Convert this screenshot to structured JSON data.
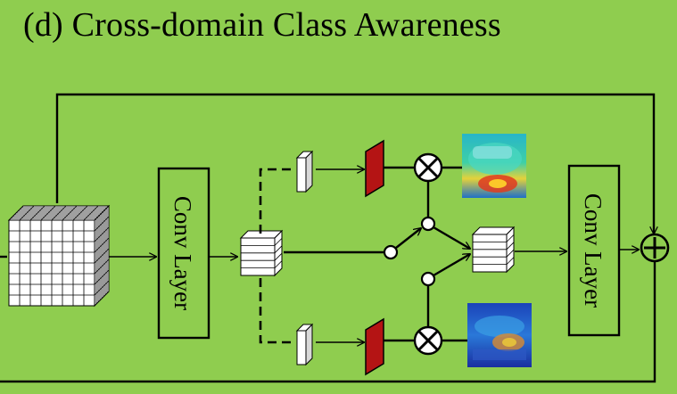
{
  "title": "(d)  Cross-domain Class Awareness",
  "blocks": {
    "conv_left": "Conv Layer",
    "conv_right": "Conv Layer"
  },
  "colors": {
    "background": "#8fcd4f",
    "classifier": "#b41414",
    "stroke": "#000000"
  },
  "icons": {
    "multiply": "circled-times",
    "add": "circled-plus"
  }
}
